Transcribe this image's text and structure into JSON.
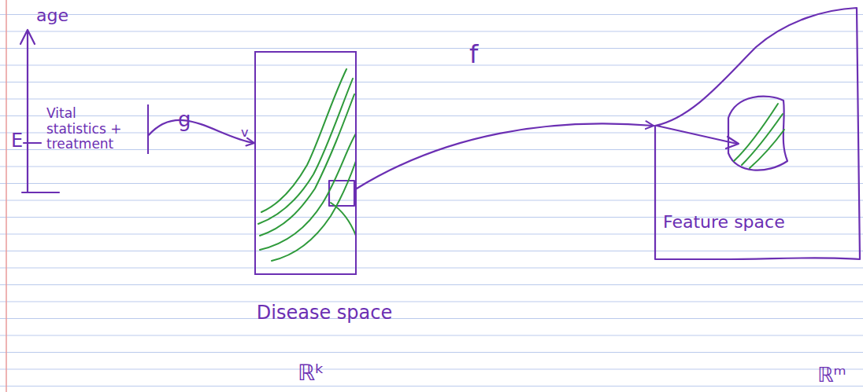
{
  "diagram": {
    "nodes": [
      {
        "text": [
          "Vital statistics + treatment"
        ]
      },
      {
        "text": [
          "Disease space",
          "ℝᵏ"
        ]
      },
      {
        "text": [
          "Feature space",
          "ℝᵐ"
        ]
      }
    ],
    "edges": [
      {
        "from": 0,
        "to": 1,
        "arrow": "to",
        "label": "g"
      },
      {
        "from": 1,
        "to": 2,
        "arrow": "to",
        "label": "f"
      }
    ],
    "labels": [
      "age",
      "E",
      "v"
    ]
  }
}
